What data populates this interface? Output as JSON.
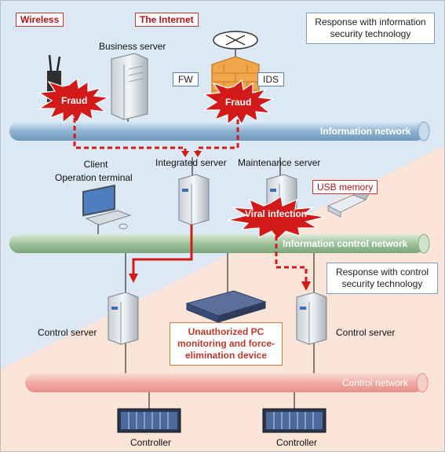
{
  "top_labels": {
    "wireless": "Wireless",
    "internet": "The Internet",
    "usb": "USB memory"
  },
  "callouts": {
    "info_security": "Response with information security technology",
    "control_security": "Response with control security technology"
  },
  "devices": {
    "business_server": "Business server",
    "fw": "FW",
    "ids": "IDS",
    "client": "Client",
    "operation_terminal": "Operation terminal",
    "integrated_server": "Integrated server",
    "maintenance_server": "Maintenance server",
    "control_server_left": "Control server",
    "control_server_right": "Control server",
    "controller_left": "Controller",
    "controller_right": "Controller",
    "pc_monitor": "Unauthorized PC monitoring and force-elimination device"
  },
  "threats": {
    "fraud_left": "Fraud",
    "fraud_right": "Fraud",
    "viral": "Viral infection"
  },
  "networks": {
    "information": "Information network",
    "information_control": "Information control network",
    "control": "Control network"
  },
  "colors": {
    "info_zone": "#dce8f4",
    "control_zone": "#fbe4d8",
    "info_network": "#9fbfd8",
    "info_control_network": "#9fbf9f",
    "control_network": "#f0a5a0",
    "threat_red": "#d31a1a"
  }
}
